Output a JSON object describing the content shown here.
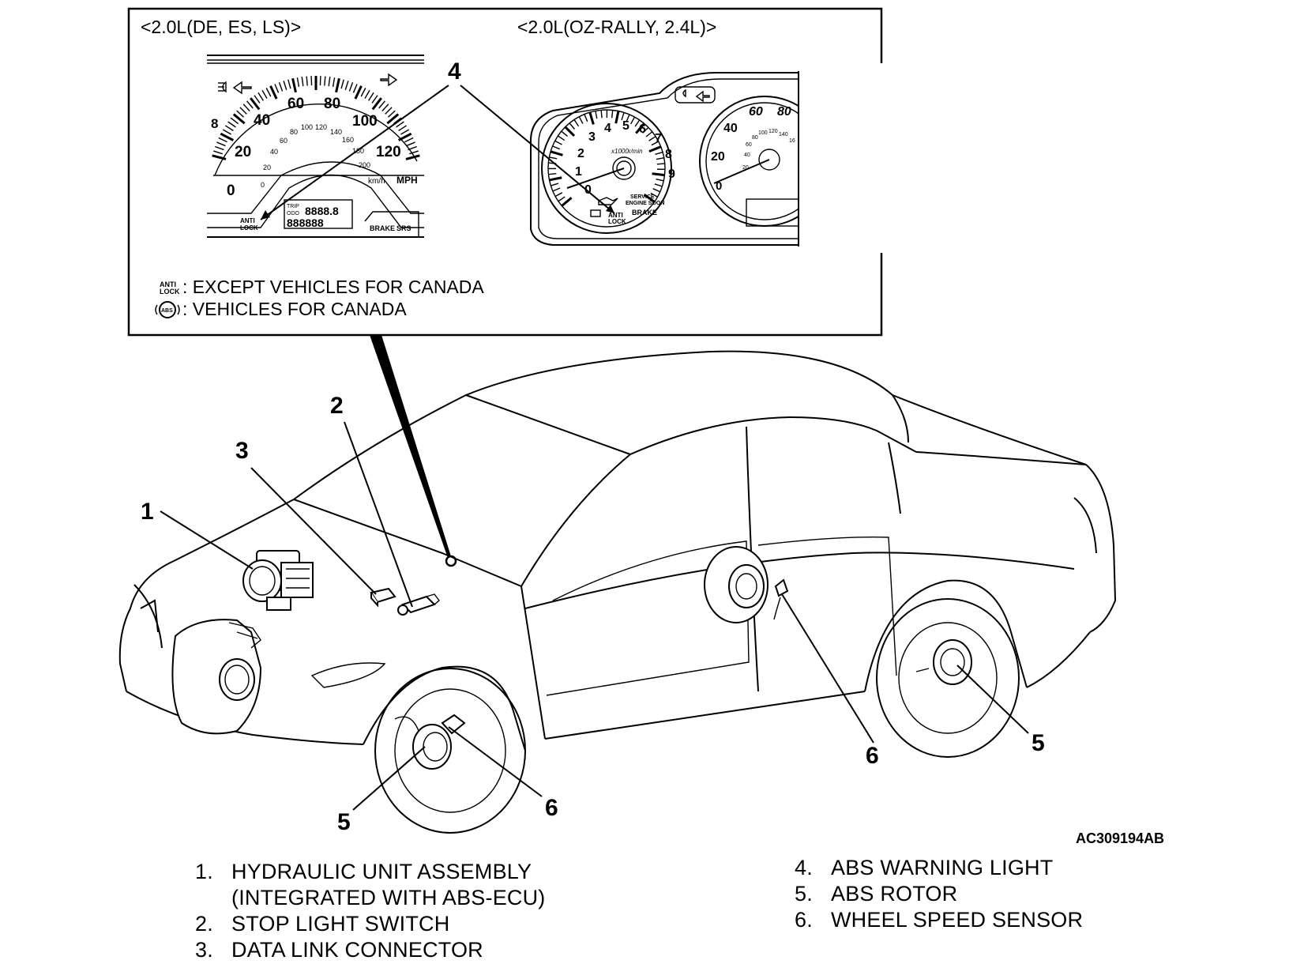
{
  "inset": {
    "variant_left": "<2.0L(DE, ES, LS)>",
    "variant_right": "<2.0L(OZ-RALLY, 2.4L)>",
    "speedo_left": {
      "mph": [
        "0",
        "20",
        "40",
        "60",
        "80",
        "100",
        "120",
        "8"
      ],
      "kmh": [
        "0",
        "20",
        "40",
        "60",
        "80",
        "100",
        "120",
        "140",
        "160",
        "180",
        "200"
      ],
      "unit_kmh": "km/h",
      "unit_mph": "MPH",
      "anti_lock": [
        "ANTI",
        "LOCK"
      ],
      "odometer_top": "8888.8",
      "odometer_bottom": "888888",
      "trip": [
        "TRIP",
        "ODO"
      ],
      "brake": "BRAKE",
      "srs": "SRS"
    },
    "tach_right": {
      "rpm": [
        "0",
        "1",
        "2",
        "3",
        "4",
        "5",
        "6",
        "7",
        "8",
        "9"
      ],
      "unit": "x1000r/min",
      "service": [
        "SERVICE",
        "ENGINE SOON"
      ],
      "anti_lock": [
        "ANTI",
        "LOCK"
      ],
      "brake": "BRAKE",
      "speed": [
        "0",
        "20",
        "40",
        "60",
        "80"
      ],
      "speed_small": [
        "20",
        "40",
        "60",
        "80",
        "100",
        "120",
        "140",
        "16"
      ]
    },
    "key_left": {
      "symbol": "ANTI LOCK",
      "text": ": EXCEPT VEHICLES FOR CANADA"
    },
    "key_right": {
      "symbol": "ABS",
      "text": ": VEHICLES FOR CANADA"
    }
  },
  "callouts": {
    "c1": "1",
    "c2": "2",
    "c3": "3",
    "c4": "4",
    "c5a": "5",
    "c5b": "5",
    "c6a": "6",
    "c6b": "6"
  },
  "figure_code": "AC309194AB",
  "legend": {
    "left": [
      {
        "num": "1.",
        "text": "HYDRAULIC UNIT ASSEMBLY",
        "cont": "(INTEGRATED WITH ABS-ECU)"
      },
      {
        "num": "2.",
        "text": "STOP LIGHT SWITCH"
      },
      {
        "num": "3.",
        "text": "DATA LINK CONNECTOR"
      }
    ],
    "right": [
      {
        "num": "4.",
        "text": "ABS WARNING LIGHT"
      },
      {
        "num": "5.",
        "text": "ABS ROTOR"
      },
      {
        "num": "6.",
        "text": "WHEEL SPEED SENSOR"
      }
    ]
  }
}
